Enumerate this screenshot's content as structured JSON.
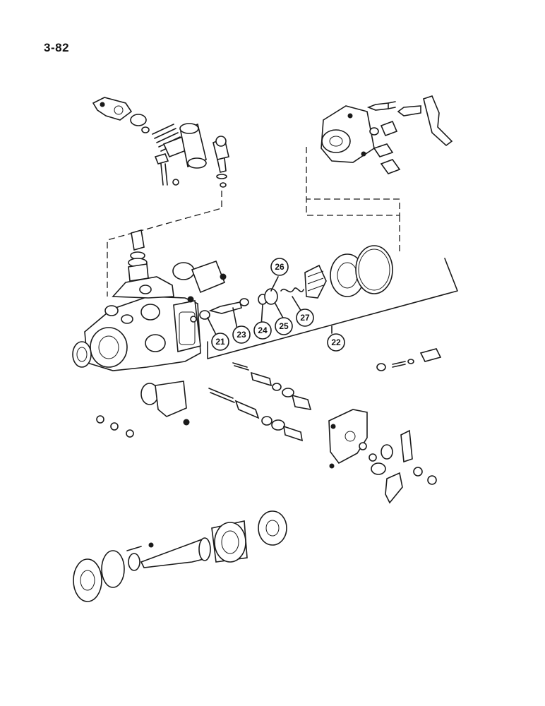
{
  "page": {
    "number": "3-82"
  },
  "callouts": [
    {
      "id": "c21",
      "label": "21"
    },
    {
      "id": "c22",
      "label": "22"
    },
    {
      "id": "c23",
      "label": "23"
    },
    {
      "id": "c24",
      "label": "24"
    },
    {
      "id": "c25",
      "label": "25"
    },
    {
      "id": "c26",
      "label": "26"
    },
    {
      "id": "c27",
      "label": "27"
    }
  ]
}
